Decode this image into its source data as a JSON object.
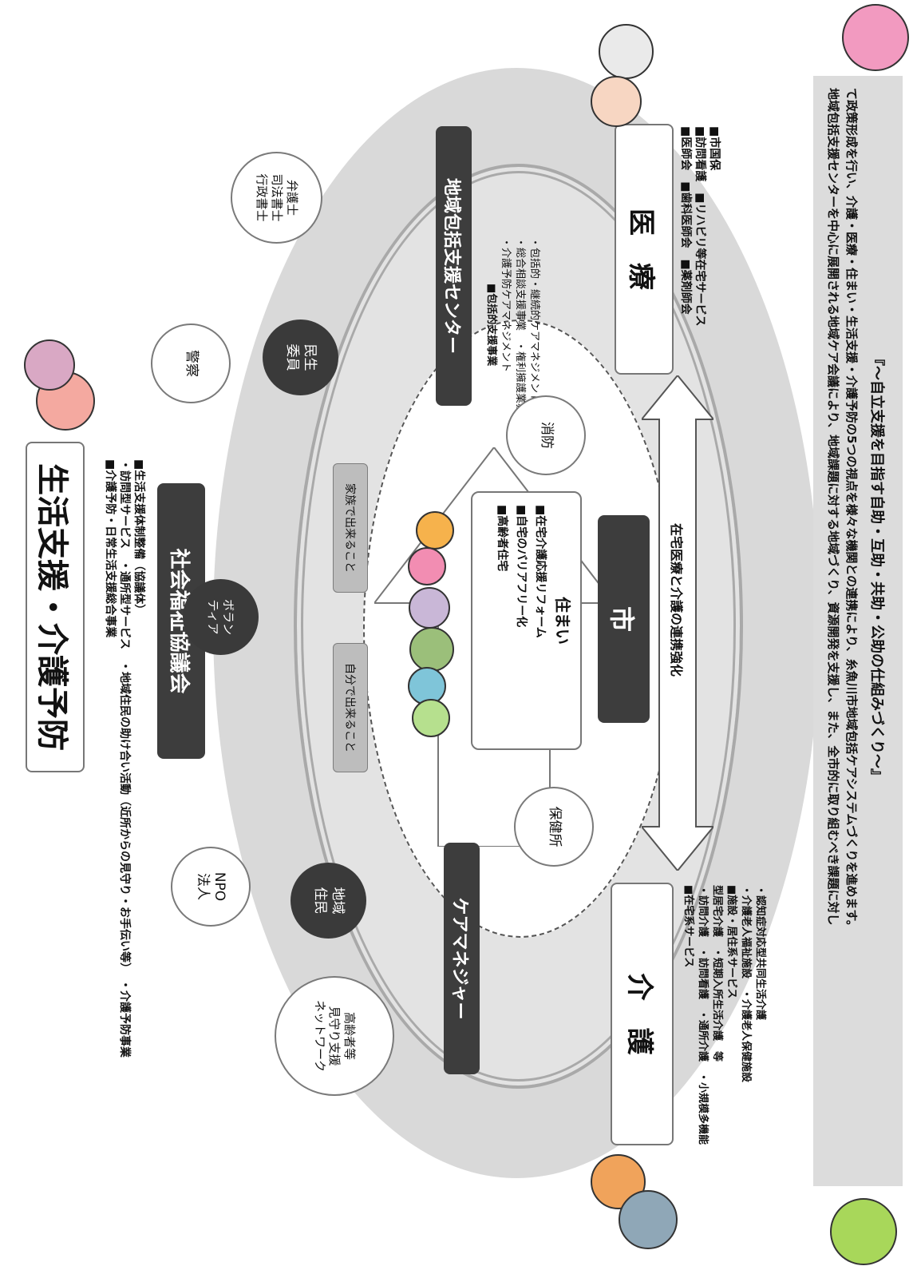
{
  "colors": {
    "dark": "#3d3d3d",
    "outer_ring": "#d9d9d9",
    "inner_ring": "#e3e3e3",
    "gray_box": "#bdbdbd",
    "footer_bg": "#dcdcdc"
  },
  "header": {
    "title": "生活支援・介護予防",
    "lines": [
      "■介護予防・日常生活支援総合事業",
      "・訪問型サービス　・通所型サービス　・地域住民の助け合い活動（近所からの見守り・お手伝い等）　・介護予防事業",
      "■生活支援体制整備（協議体）"
    ]
  },
  "council": {
    "label": "社会福祉協議会"
  },
  "care_manager": {
    "label": "ケアマネジャー"
  },
  "center": {
    "label": "地域包括支援センター",
    "lines": [
      "■包括的支援事業",
      "・介護予防ケアマネジメント",
      "・総合相談支援事業　・権利擁護業務",
      "・包括的・継続的ケアマネジメント支援業務"
    ]
  },
  "city": {
    "label": "市"
  },
  "circles": {
    "lawyers": [
      "弁護士",
      "司法書士",
      "行政書士"
    ],
    "police": [
      "警察"
    ],
    "minsei": [
      "民生",
      "委員"
    ],
    "volunteer": [
      "ボラン",
      "ティア"
    ],
    "fire": [
      "消防"
    ],
    "health_center": [
      "保健所"
    ],
    "npo": [
      "NPO",
      "法人"
    ],
    "residents": [
      "地域",
      "住民"
    ],
    "watch_network": [
      "高齢者等",
      "見守り支援",
      "ネットワーク"
    ]
  },
  "self_help": {
    "label": "自分で出来ること"
  },
  "family_help": {
    "label": "家族で出来ること"
  },
  "housing": {
    "title": "住まい",
    "lines": [
      "■在宅介護応援リフォーム",
      "■自宅のバリアフリー化",
      "■高齢者住宅"
    ]
  },
  "medical": {
    "title": "医　療",
    "lines": [
      "■医師会　■歯科医師会　■薬剤師会",
      "■訪問看護　■リハビリ等在宅サービス",
      "■市国保"
    ]
  },
  "care": {
    "title": "介　護",
    "lines": [
      "■在宅系サービス",
      "・訪問介護　・訪問看護　・通所介護　・小規模多機能",
      "型居宅介護　・短期入所生活介護　等",
      "■施設・居住系サービス",
      "・介護老人福祉施設　・介護老人保健施設",
      "・認知症対応型共同生活介護"
    ]
  },
  "arrow": {
    "label": "在宅医療と介護の連携強化"
  },
  "footer": {
    "lines": [
      "地域包括支援センターを中心に展開される地域ケア会議により、地域課題に対する地域づくり、資源開発を支援し、また、全市的に取り組むべき課題に対し",
      "て政策形成を行い、介護・医療・住まい・生活支援・介護予防の5つの視点を様々な機関との連携により、糸魚川市地域包括ケアシステムづくりを進めます。"
    ],
    "slogan": "『～自立支援を目指す自助・互助・共助・公助の仕組みづくり～』"
  }
}
